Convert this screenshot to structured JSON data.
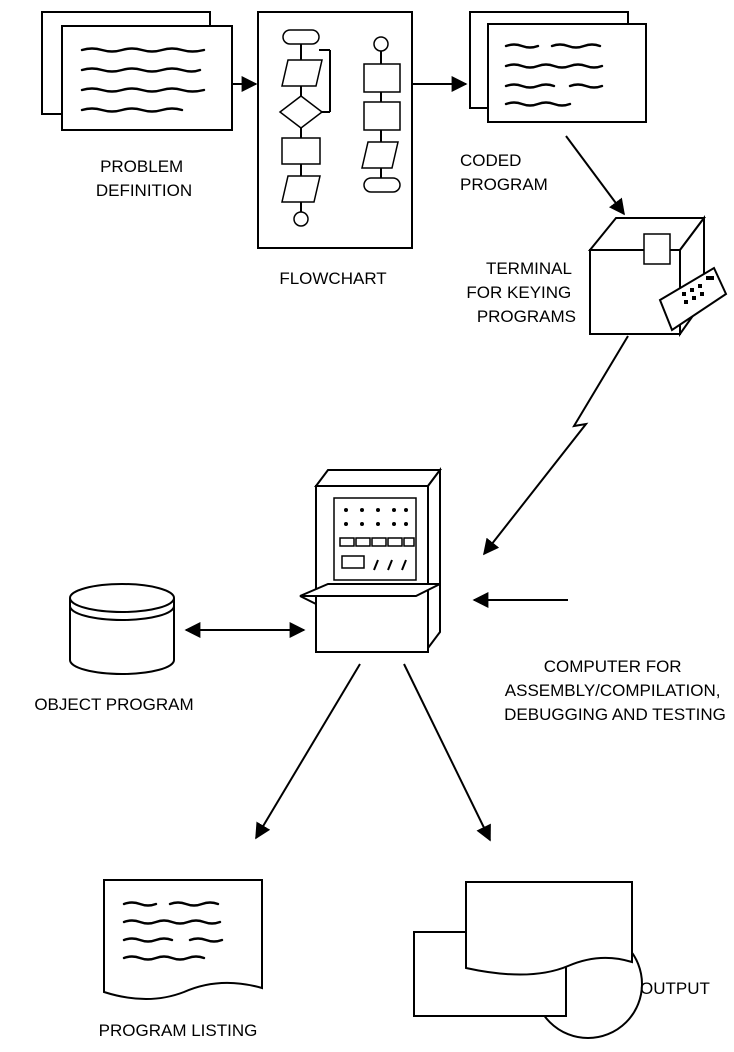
{
  "labels": {
    "problem_definition": [
      "PROBLEM",
      "DEFINITION"
    ],
    "flowchart": "FLOWCHART",
    "coded_program": [
      "CODED",
      "PROGRAM"
    ],
    "terminal": [
      "TERMINAL",
      "FOR KEYING",
      "PROGRAMS"
    ],
    "object_program": "OBJECT PROGRAM",
    "computer": [
      "COMPUTER FOR",
      "ASSEMBLY/COMPILATION,",
      "DEBUGGING AND TESTING"
    ],
    "program_listing": "PROGRAM LISTING",
    "output": "OUTPUT"
  }
}
